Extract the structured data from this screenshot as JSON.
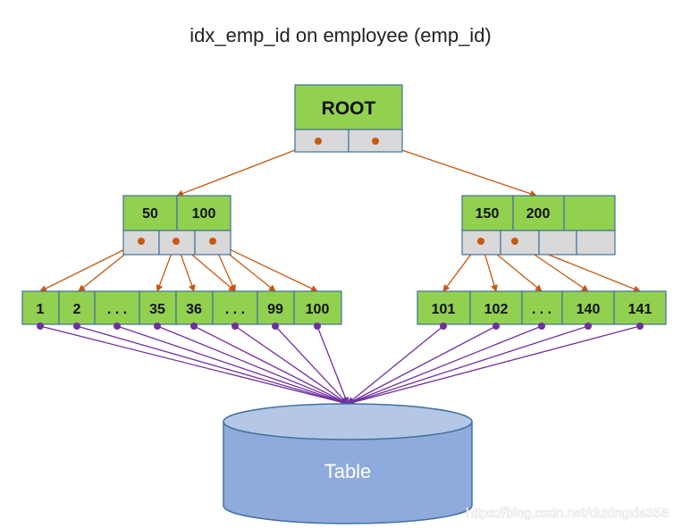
{
  "title": "idx_emp_id on employee (emp_id)",
  "root": {
    "label": "ROOT"
  },
  "internal_nodes": [
    {
      "keys": [
        "50",
        "100"
      ]
    },
    {
      "keys": [
        "150",
        "200"
      ]
    }
  ],
  "leaf_groups": [
    {
      "keys": [
        "1",
        "2",
        ". . .",
        "35",
        "36",
        ". . .",
        "99",
        "100"
      ]
    },
    {
      "keys": [
        "101",
        "102",
        ". . .",
        "140",
        "141"
      ]
    }
  ],
  "table": {
    "label": "Table"
  },
  "watermark": "https://blog.csdn.net/duxingxia356",
  "colors": {
    "node_fill": "#92d050",
    "pointer_fill": "#d9d9d9",
    "border": "#41719c",
    "tree_edge": "#c55a11",
    "data_edge": "#7030a0",
    "table_fill": "#8faadc",
    "table_top": "#b4c7e7"
  }
}
